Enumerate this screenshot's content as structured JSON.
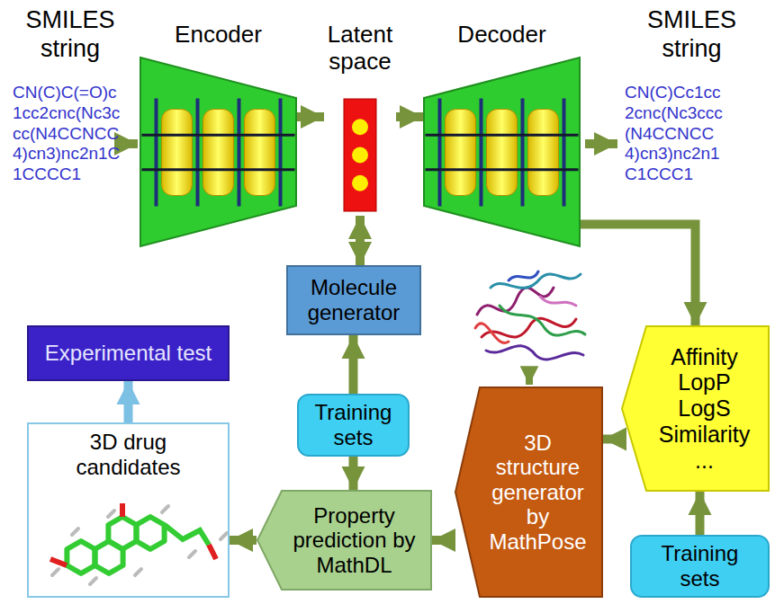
{
  "diagram": {
    "nodes": [
      {
        "text": [
          "Encoder"
        ]
      },
      {
        "text": [
          "Latent space"
        ]
      },
      {
        "text": [
          "Decoder"
        ]
      },
      {
        "text": [
          "Molecule generator"
        ]
      },
      {
        "text": [
          "Training sets"
        ]
      },
      {
        "text": [
          "Experimental test"
        ]
      },
      {
        "text": [
          "3D drug candidates"
        ]
      },
      {
        "text": [
          "Property prediction by MathDL"
        ]
      },
      {
        "text": [
          "3D structure generator by MathPose"
        ]
      },
      {
        "text": [
          "Affinity LopP LogS Similarity ..."
        ]
      },
      {
        "text": [
          "Training sets"
        ]
      }
    ],
    "edges": [
      {
        "from": 0,
        "to": 1,
        "arrow": "to"
      },
      {
        "from": 1,
        "to": 2,
        "arrow": "to"
      },
      {
        "from": 3,
        "to": 1,
        "arrow": "both"
      },
      {
        "from": 4,
        "to": 3,
        "arrow": "to"
      },
      {
        "from": 4,
        "to": 7,
        "arrow": "to"
      },
      {
        "from": 2,
        "to": 9,
        "arrow": "to"
      },
      {
        "from": 9,
        "to": 8,
        "arrow": "to"
      },
      {
        "from": 8,
        "to": 7,
        "arrow": "to"
      },
      {
        "from": 7,
        "to": 6,
        "arrow": "to"
      },
      {
        "from": 6,
        "to": 5,
        "arrow": "to"
      },
      {
        "from": 10,
        "to": 9,
        "arrow": "to"
      }
    ],
    "labels": [
      "SMILES string",
      "CN(C)C(=O)c1cc2cnc(Nc3ccc(N4CCNCC4)cn3)nc2n1C1CCCC1",
      "SMILES string",
      "CN(C)Cc1cc2cnc(Nc3ccc(N4CCNCC4)cn3)nc2n1C1CCC1"
    ]
  }
}
